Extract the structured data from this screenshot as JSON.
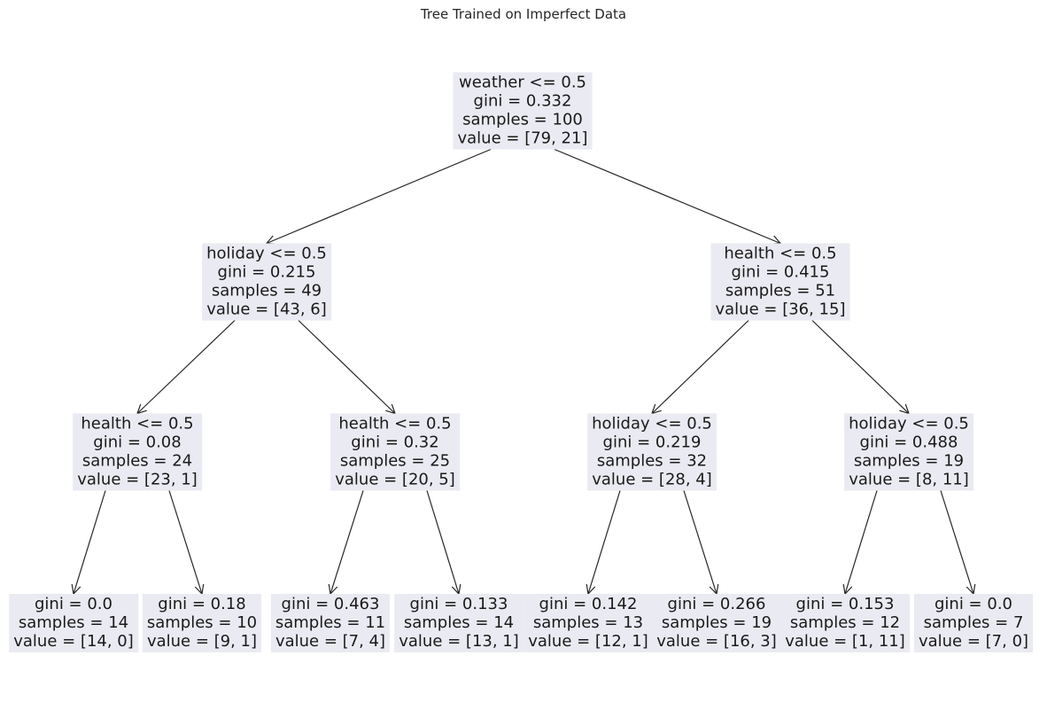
{
  "title": "Tree Trained on Imperfect Data",
  "nodes": [
    {
      "id": "root",
      "lines": [
        "weather <= 0.5",
        "gini = 0.332",
        "samples = 100",
        "value = [79, 21]"
      ]
    },
    {
      "id": "L",
      "lines": [
        "holiday <= 0.5",
        "gini = 0.215",
        "samples = 49",
        "value = [43, 6]"
      ]
    },
    {
      "id": "R",
      "lines": [
        "health <= 0.5",
        "gini = 0.415",
        "samples = 51",
        "value = [36, 15]"
      ]
    },
    {
      "id": "LL",
      "lines": [
        "health <= 0.5",
        "gini = 0.08",
        "samples = 24",
        "value = [23, 1]"
      ]
    },
    {
      "id": "LR",
      "lines": [
        "health <= 0.5",
        "gini = 0.32",
        "samples = 25",
        "value = [20, 5]"
      ]
    },
    {
      "id": "RL",
      "lines": [
        "holiday <= 0.5",
        "gini = 0.219",
        "samples = 32",
        "value = [28, 4]"
      ]
    },
    {
      "id": "RR",
      "lines": [
        "holiday <= 0.5",
        "gini = 0.488",
        "samples = 19",
        "value = [8, 11]"
      ]
    },
    {
      "id": "LLL",
      "lines": [
        "gini = 0.0",
        "samples = 14",
        "value = [14, 0]"
      ]
    },
    {
      "id": "LLR",
      "lines": [
        "gini = 0.18",
        "samples = 10",
        "value = [9, 1]"
      ]
    },
    {
      "id": "LRL",
      "lines": [
        "gini = 0.463",
        "samples = 11",
        "value = [7, 4]"
      ]
    },
    {
      "id": "LRR",
      "lines": [
        "gini = 0.133",
        "samples = 14",
        "value = [13, 1]"
      ]
    },
    {
      "id": "RLL",
      "lines": [
        "gini = 0.142",
        "samples = 13",
        "value = [12, 1]"
      ]
    },
    {
      "id": "RLR",
      "lines": [
        "gini = 0.266",
        "samples = 19",
        "value = [16, 3]"
      ]
    },
    {
      "id": "RRL",
      "lines": [
        "gini = 0.153",
        "samples = 12",
        "value = [1, 11]"
      ]
    },
    {
      "id": "RRR",
      "lines": [
        "gini = 0.0",
        "samples = 7",
        "value = [7, 0]"
      ]
    }
  ],
  "edges": [
    [
      "root",
      "L"
    ],
    [
      "root",
      "R"
    ],
    [
      "L",
      "LL"
    ],
    [
      "L",
      "LR"
    ],
    [
      "R",
      "RL"
    ],
    [
      "R",
      "RR"
    ],
    [
      "LL",
      "LLL"
    ],
    [
      "LL",
      "LLR"
    ],
    [
      "LR",
      "LRL"
    ],
    [
      "LR",
      "LRR"
    ],
    [
      "RL",
      "RLL"
    ],
    [
      "RL",
      "RLR"
    ],
    [
      "RR",
      "RRL"
    ],
    [
      "RR",
      "RRR"
    ]
  ],
  "colors": {
    "node_fill": "#eaeaf2",
    "edge": "#262626",
    "text": "#1a1a1a"
  }
}
